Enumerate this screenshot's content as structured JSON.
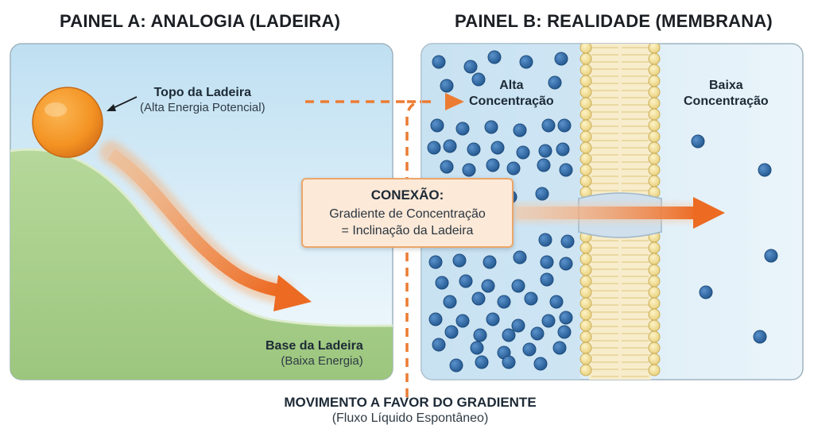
{
  "panel_a": {
    "title": "PAINEL A: ANALOGIA (LADEIRA)",
    "top_label": "Topo da Ladeira",
    "top_sub": "(Alta Energia Potencial)",
    "base_label": "Base da Ladeira",
    "base_sub": "(Baixa Energia)"
  },
  "panel_b": {
    "title": "PAINEL B: REALIDADE (MEMBRANA)",
    "high_line1": "Alta",
    "high_line2": "Concentração",
    "low_line1": "Baixa",
    "low_line2": "Concentração"
  },
  "connection": {
    "title": "CONEXÃO:",
    "line1": "Gradiente de Concentração",
    "line2": "= Inclinação da Ladeira"
  },
  "bottom": {
    "title": "MOVIMENTO A FAVOR DO GRADIENTE",
    "subtitle": "(Fluxo Líquido Espontâneo)"
  },
  "colors": {
    "hill": "#a9d18e",
    "sky": "#c9e6f4",
    "ball": "#f39222",
    "arrow": "#ef7a2b",
    "particle": "#2f6aa6",
    "membrane_head": "#f4e3a0"
  }
}
